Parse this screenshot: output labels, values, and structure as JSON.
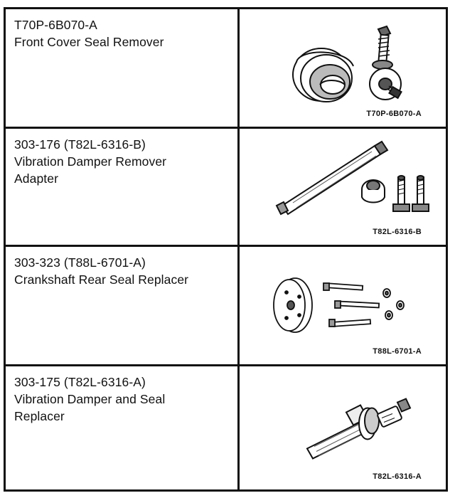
{
  "tools": [
    {
      "number": "T70P-6B070-A",
      "name_lines": [
        "Front Cover Seal Remover"
      ],
      "illustration_icon": "seal-remover-icon",
      "caption": "T70P-6B070-A"
    },
    {
      "number": "303-176 (T82L-6316-B)",
      "name_lines": [
        "Vibration Damper Remover",
        "Adapter"
      ],
      "illustration_icon": "damper-remover-adapter-icon",
      "caption": "T82L-6316-B"
    },
    {
      "number": "303-323 (T88L-6701-A)",
      "name_lines": [
        "Crankshaft Rear Seal Replacer"
      ],
      "illustration_icon": "rear-seal-replacer-icon",
      "caption": "T88L-6701-A"
    },
    {
      "number": "303-175 (T82L-6316-A)",
      "name_lines": [
        "Vibration Damper and Seal",
        "Replacer"
      ],
      "illustration_icon": "damper-seal-replacer-icon",
      "caption": "T82L-6316-A"
    }
  ]
}
